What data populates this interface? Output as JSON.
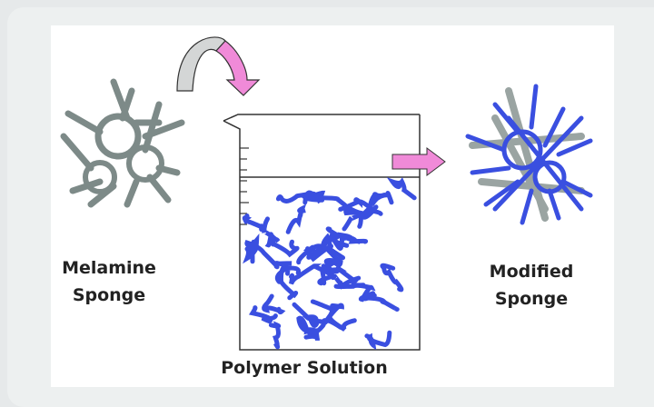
{
  "labels": {
    "melamine": [
      "Melamine",
      "Sponge"
    ],
    "polymer": "Polymer Solution",
    "modified": [
      "Modified",
      "Sponge"
    ]
  },
  "colors": {
    "sponge_gray": "#7d8a88",
    "polymer_blue": "#3a4fe0",
    "arrow_pink": "#f08ad8",
    "arrow_gray": "#d4d6d6"
  }
}
